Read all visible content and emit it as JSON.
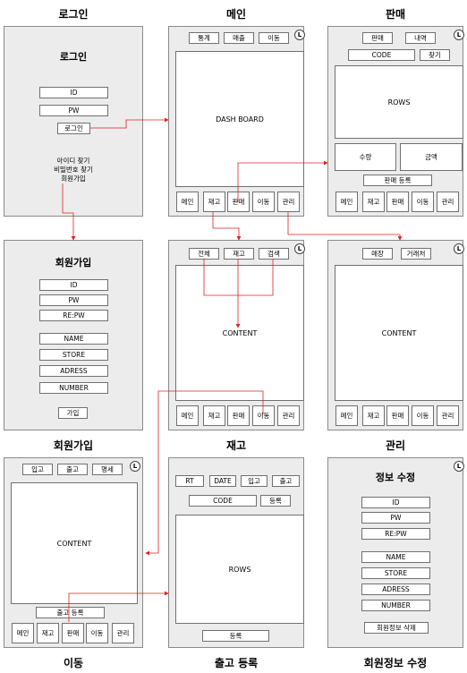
{
  "labels": {
    "login": "로그인",
    "main": "메인",
    "sales": "판매",
    "signup": "회원가입",
    "stock": "재고",
    "manage": "관리",
    "move": "이동",
    "release_reg": "출고 등록",
    "edit_info": "회원정보 수정"
  },
  "login": {
    "heading": "로그인",
    "id": "ID",
    "pw": "PW",
    "button": "로그인",
    "find_id": "아이디 찾기",
    "find_pw": "비밀번호 찾기",
    "join": "회원가입"
  },
  "main": {
    "top": [
      "통계",
      "매출",
      "이동"
    ],
    "dashboard": "DASH BOARD",
    "badge": "L",
    "nav": [
      "메인",
      "재고",
      "판매",
      "이동",
      "관리"
    ]
  },
  "sales": {
    "top": [
      "판매",
      "내역"
    ],
    "code": "CODE",
    "find": "찾기",
    "rows": "ROWS",
    "qty": "수량",
    "amount": "금액",
    "register": "판매 등록",
    "badge": "L",
    "nav": [
      "메인",
      "재고",
      "판매",
      "이동",
      "관리"
    ]
  },
  "signup": {
    "heading": "회원가입",
    "fields": [
      "ID",
      "PW",
      "RE:PW",
      "NAME",
      "STORE",
      "ADRESS",
      "NUMBER"
    ],
    "button": "가입"
  },
  "stock": {
    "top": [
      "전체",
      "재고",
      "검색"
    ],
    "content": "CONTENT",
    "badge": "L",
    "nav": [
      "메인",
      "재고",
      "판매",
      "이동",
      "관리"
    ]
  },
  "manage": {
    "top": [
      "매장",
      "거래처"
    ],
    "content": "CONTENT",
    "badge": "L",
    "nav": [
      "메인",
      "재고",
      "판매",
      "이동",
      "관리"
    ]
  },
  "move": {
    "top": [
      "입고",
      "출고",
      "명세"
    ],
    "content": "CONTENT",
    "register": "출고 등록",
    "badge": "L",
    "nav": [
      "메인",
      "재고",
      "판매",
      "이동",
      "관리"
    ]
  },
  "release": {
    "top": [
      "RT",
      "DATE",
      "입고",
      "출고"
    ],
    "code": "CODE",
    "register_small": "등록",
    "rows": "ROWS",
    "register": "등록"
  },
  "edit": {
    "heading": "정보 수정",
    "fields": [
      "ID",
      "PW",
      "RE:PW",
      "NAME",
      "STORE",
      "ADRESS",
      "NUMBER"
    ],
    "delete": "회원정보 삭제",
    "badge": "L"
  },
  "colors": {
    "arrow": "#e02020",
    "panel": "#ececec",
    "border": "#707070"
  }
}
